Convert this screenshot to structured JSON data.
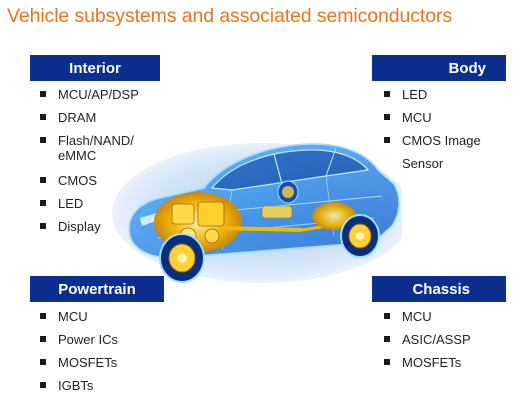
{
  "title": "Vehicle subsystems and associated semiconductors",
  "sections": {
    "interior": {
      "header": "Interior",
      "items": [
        "MCU/AP/DSP",
        "DRAM",
        "Flash/NAND/ eMMC",
        "CMOS",
        "LED",
        "Display"
      ]
    },
    "body": {
      "header": "Body",
      "items": [
        "LED",
        "MCU",
        "CMOS Image",
        "Sensor"
      ]
    },
    "powertrain": {
      "header": "Powertrain",
      "items": [
        "MCU",
        "Power ICs",
        "MOSFETs",
        "IGBTs"
      ]
    },
    "chassis": {
      "header": "Chassis",
      "items": [
        "MCU",
        "ASIC/ASSP",
        "MOSFETs"
      ]
    }
  },
  "colors": {
    "title": "#e8761c",
    "header_bg": "#0c2e8f",
    "car_body": "#1e8ff0",
    "car_parts": "#f5b800"
  },
  "icons": {
    "car": "car-xray-illustration"
  }
}
